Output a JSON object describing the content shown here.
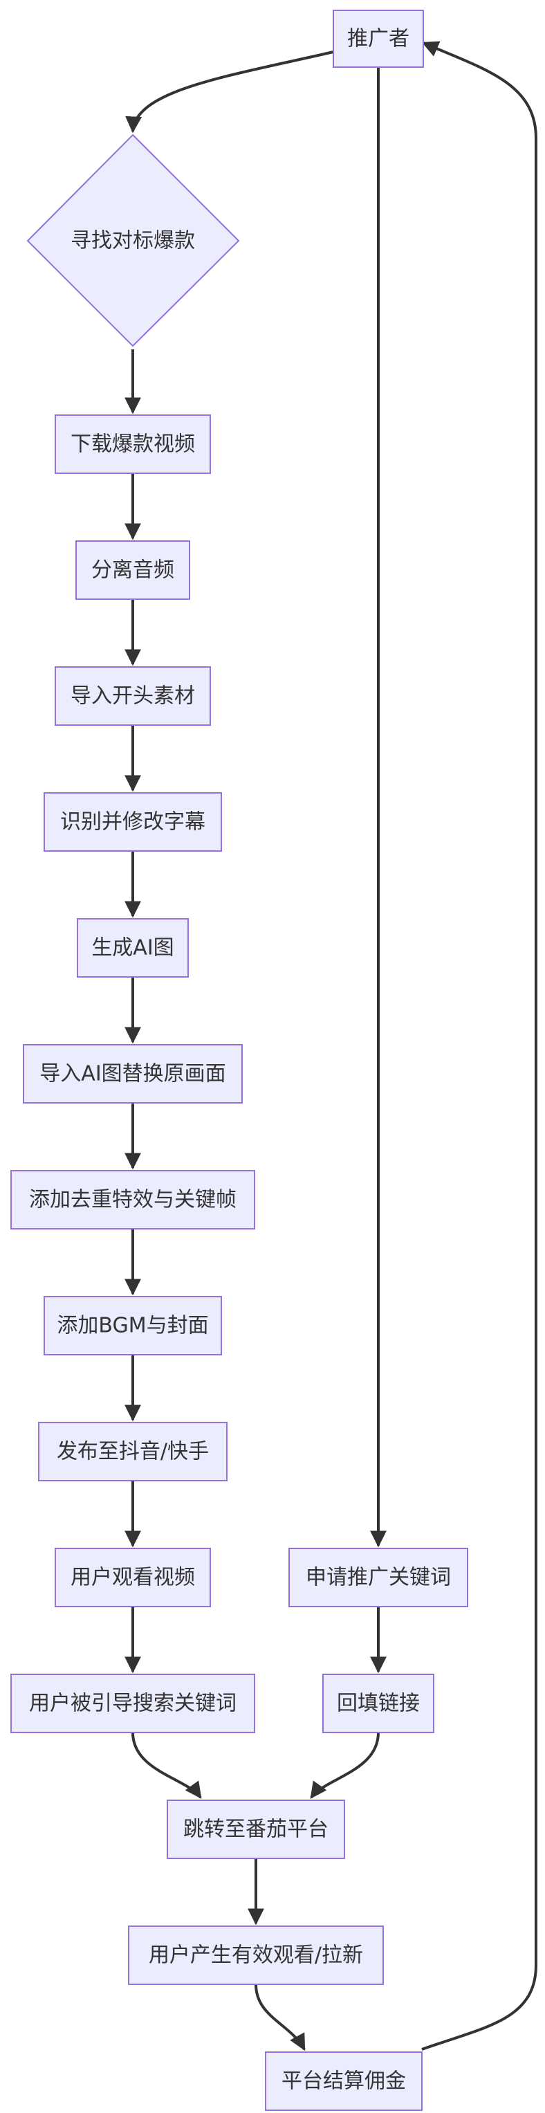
{
  "nodes": {
    "promoter": "推广者",
    "find_hit": "寻找对标爆款",
    "download": "下载爆款视频",
    "separate_audio": "分离音频",
    "import_intro": "导入开头素材",
    "recognize_subtitles": "识别并修改字幕",
    "generate_ai": "生成AI图",
    "replace_frames": "导入AI图替换原画面",
    "add_effects": "添加去重特效与关键帧",
    "add_bgm": "添加BGM与封面",
    "publish": "发布至抖音/快手",
    "user_watch": "用户观看视频",
    "apply_keyword": "申请推广关键词",
    "user_search": "用户被引导搜索关键词",
    "fill_link": "回填链接",
    "jump_platform": "跳转至番茄平台",
    "valid_view": "用户产生有效观看/拉新",
    "commission": "平台结算佣金"
  },
  "colors": {
    "node_fill": "#ececff",
    "node_stroke": "#9370db",
    "edge": "#333333",
    "text": "#333333"
  }
}
